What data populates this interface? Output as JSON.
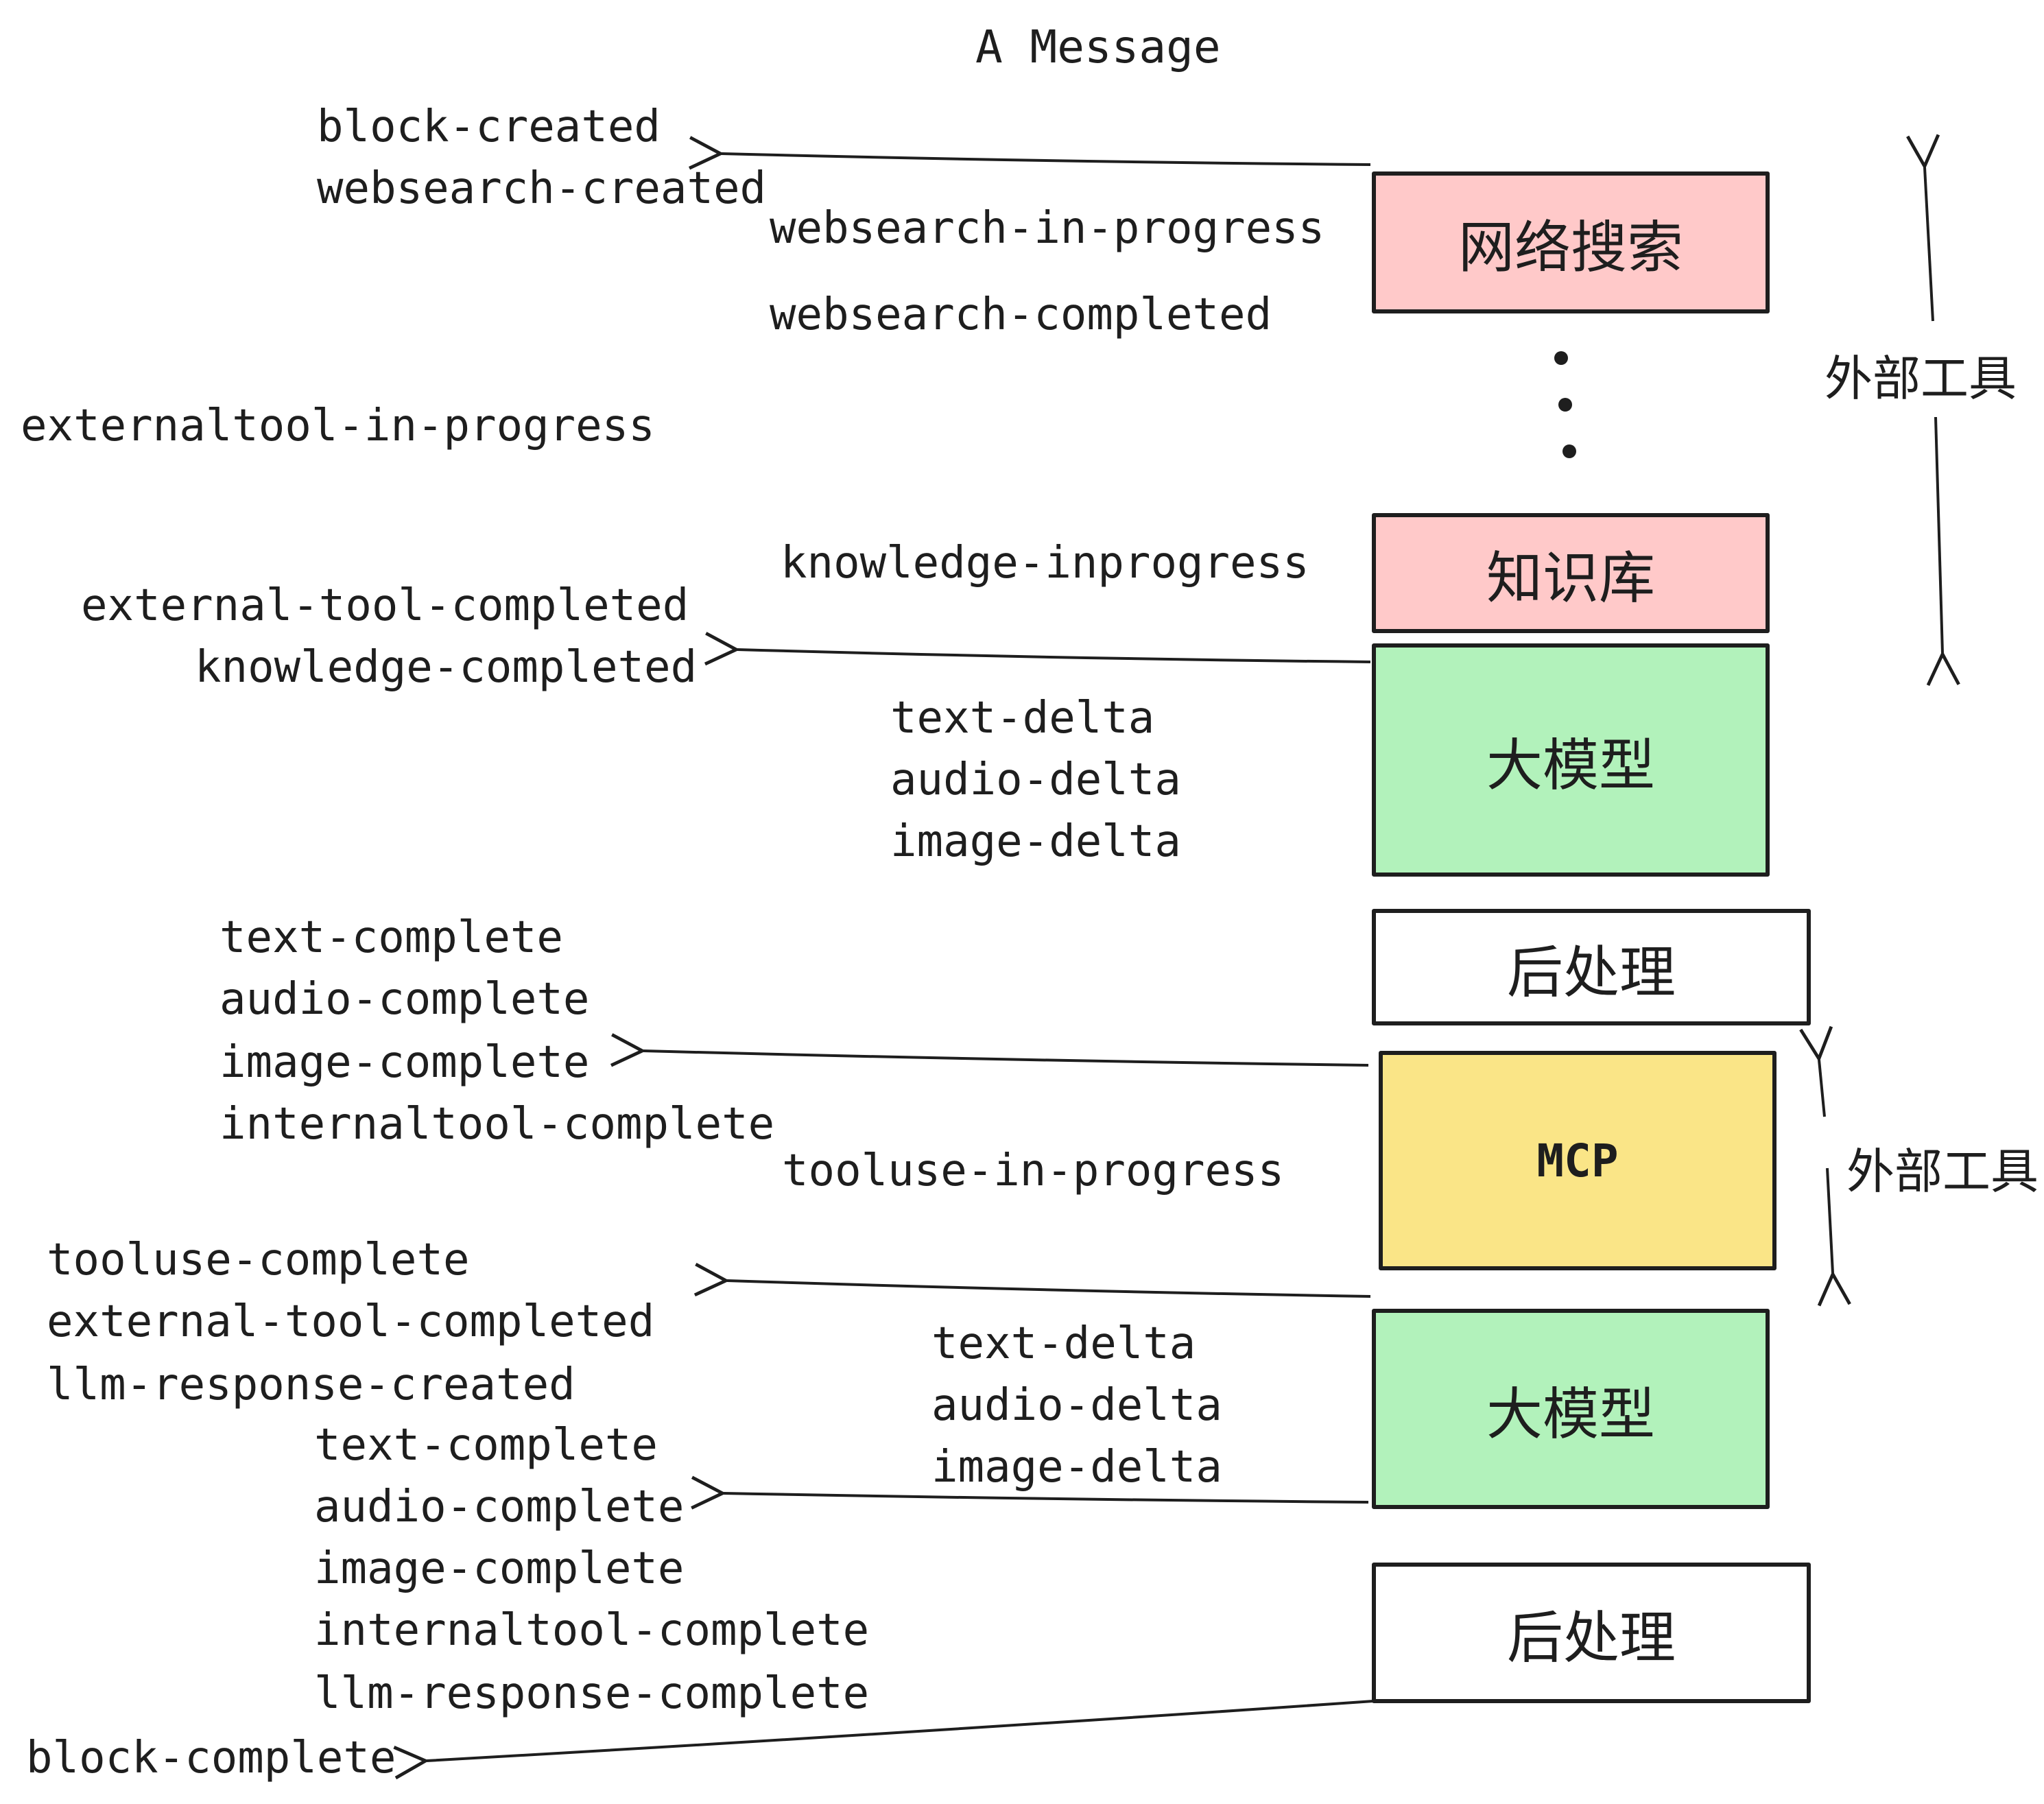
{
  "title": "A Message",
  "colors": {
    "background": "#ffffff",
    "ink": "#1e1e1e",
    "node_pink": "#ffc9c9",
    "node_green": "#b2f2bb",
    "node_yellow": "#fae587",
    "node_white": "#ffffff"
  },
  "nodes": {
    "websearch": {
      "label": "网络搜索",
      "color": "#ffc9c9"
    },
    "knowledge": {
      "label": "知识库",
      "color": "#ffc9c9"
    },
    "llm_top": {
      "label": "大模型",
      "color": "#b2f2bb"
    },
    "postprocess_top": {
      "label": "后处理",
      "color": "#ffffff"
    },
    "mcp": {
      "label": "MCP",
      "color": "#fae587"
    },
    "llm_bottom": {
      "label": "大模型",
      "color": "#b2f2bb"
    },
    "postprocess_bottom": {
      "label": "后处理",
      "color": "#ffffff"
    }
  },
  "events": {
    "block_created": "block-created",
    "websearch_created": "websearch-created",
    "websearch_in_progress": "websearch-in-progress",
    "websearch_completed": "websearch-completed",
    "externaltool_in_progress": "externaltool-in-progress",
    "knowledge_inprogress": "knowledge-inprogress",
    "external_tool_completed": "external-tool-completed",
    "knowledge_completed": "knowledge-completed",
    "text_delta": "text-delta",
    "audio_delta": "audio-delta",
    "image_delta": "image-delta",
    "text_complete": "text-complete",
    "audio_complete": "audio-complete",
    "image_complete": "image-complete",
    "internaltool_complete": "internaltool-complete",
    "tooluse_in_progress": "tooluse-in-progress",
    "tooluse_complete": "tooluse-complete",
    "llm_response_created": "llm-response-created",
    "llm_response_complete": "llm-response-complete",
    "block_complete": "block-complete"
  },
  "side_labels": {
    "external_tools_1": "外部工具",
    "external_tools_2": "外部工具"
  },
  "icons": {
    "vertical_ellipsis": "⋮"
  }
}
